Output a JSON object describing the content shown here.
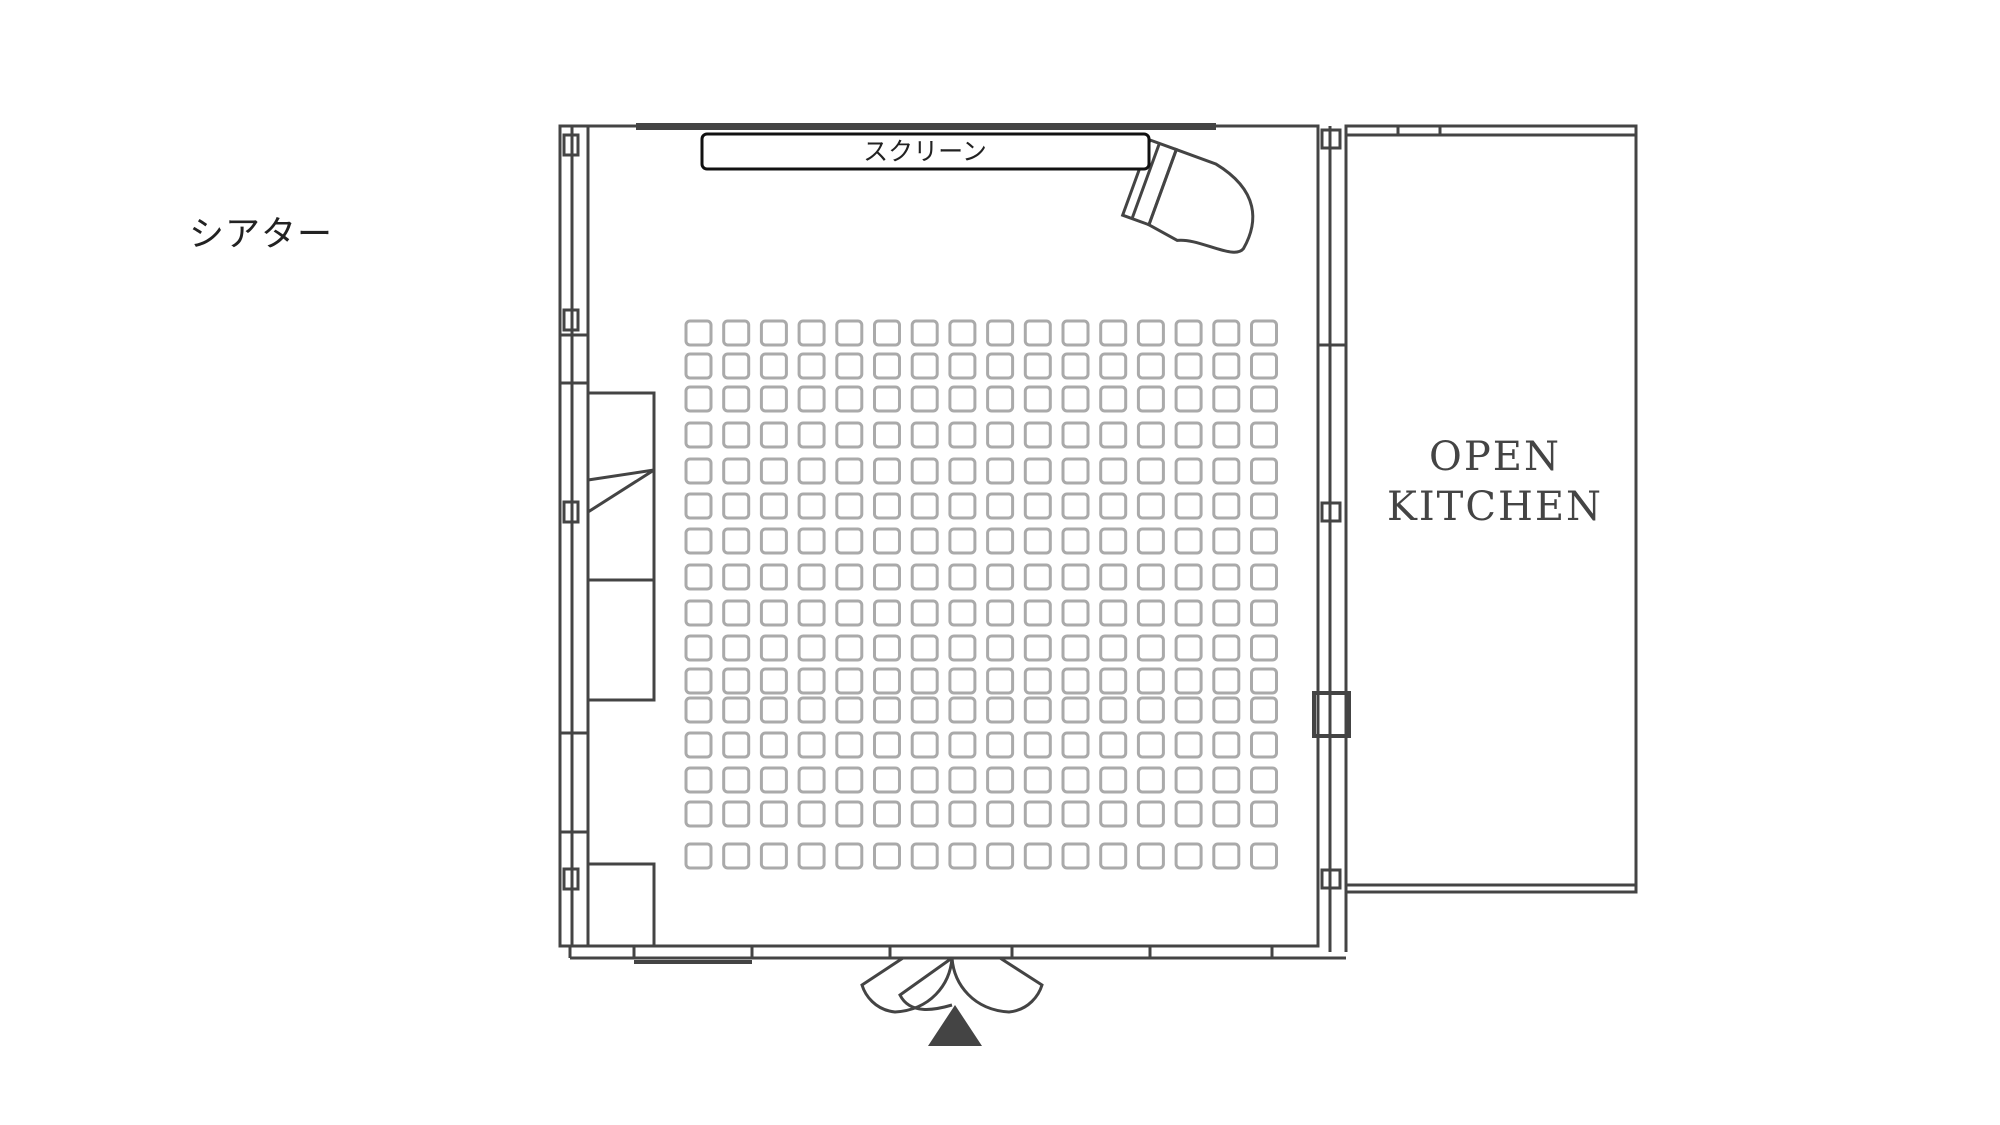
{
  "title": "シアター",
  "screen_label": "スクリーン",
  "kitchen": {
    "line1": "OPEN",
    "line2": "KITCHEN"
  },
  "seating": {
    "rows": 16,
    "columns": 16
  },
  "colors": {
    "wall": "#444444",
    "seat": "#aaaaaa",
    "text": "#222222"
  }
}
